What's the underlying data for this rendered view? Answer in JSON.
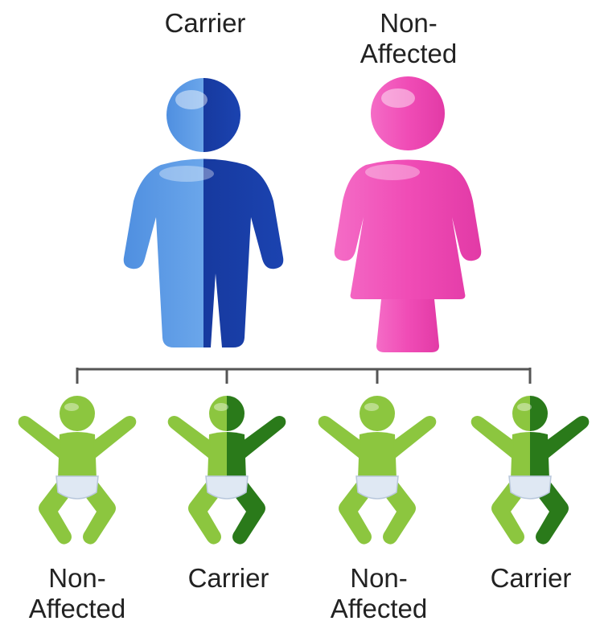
{
  "parents": {
    "father": {
      "label": "Carrier",
      "status": "carrier",
      "sex": "male"
    },
    "mother": {
      "label": "Non-\nAffected",
      "status": "non-affected",
      "sex": "female"
    }
  },
  "children": [
    {
      "label": "Non-\nAffected",
      "status": "non-affected"
    },
    {
      "label": "Carrier",
      "status": "carrier"
    },
    {
      "label": "Non-\nAffected",
      "status": "non-affected"
    },
    {
      "label": "Carrier",
      "status": "carrier"
    }
  ],
  "colors": {
    "male_light": "#5b9ae6",
    "male_dark": "#15359a",
    "female": "#f04cb6",
    "child_light": "#8cc63f",
    "child_dark": "#2a7a1a",
    "diaper": "#dfe8f3",
    "connector": "#555555"
  }
}
